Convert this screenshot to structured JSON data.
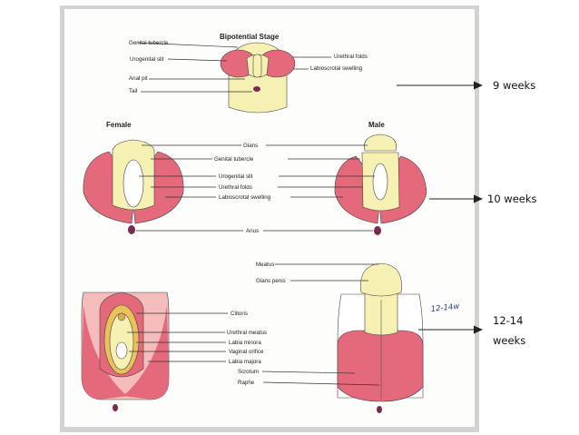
{
  "stages": {
    "bipotential": {
      "title": "Bipotential Stage",
      "labels": [
        "Genital tubercle",
        "Urogenital slit",
        "Anal pit",
        "Tail",
        "Urethral folds",
        "Labioscrotal swelling"
      ]
    },
    "middle": {
      "female": "Female",
      "male": "Male",
      "labels": [
        "Glans",
        "Genital tubercle",
        "Urogenital slit",
        "Urethral folds",
        "Labioscrotal swelling",
        "Anus"
      ]
    },
    "final": {
      "male_labels": [
        "Meatus",
        "Glans penis"
      ],
      "female_labels": [
        "Clitoris",
        "Urethral meatus",
        "Labia minora",
        "Vaginal orifice",
        "Labia majora"
      ],
      "shared_labels": [
        "Scrotum",
        "Raphe"
      ],
      "handwritten": "12-14w"
    }
  },
  "timeline": [
    "9 weeks",
    "10 weeks",
    "12-14",
    "weeks"
  ],
  "colors": {
    "pink": "#e4697a",
    "cream": "#f6f0b2",
    "dark": "#7a2a50",
    "frame": "#dcdcdc",
    "yellow": "#eac15a"
  }
}
